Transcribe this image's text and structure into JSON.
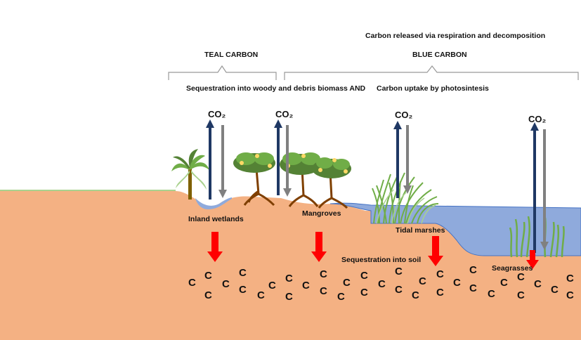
{
  "header": {
    "released_label": "Carbon released via respiration and decomposition",
    "teal_label": "TEAL CARBON",
    "blue_label": "BLUE CARBON",
    "sequestration_biomass_label": "Sequestration into woody and debris biomass AND",
    "uptake_label": "Carbon uptake by photosintesis"
  },
  "co2_label": "CO₂",
  "ecosystems": {
    "inland": "Inland wetlands",
    "mangroves": "Mangroves",
    "tidal": "Tidal marshes",
    "seagrasses": "Seagrasses"
  },
  "soil_label": "Sequestration into soil",
  "carbon_symbol": "C",
  "colors": {
    "soil": "#f4b183",
    "water": "#8faadc",
    "uptake_arrow": "#1f3864",
    "release_arrow": "#808080",
    "sequestration_arrow": "#ff0000",
    "vegetation": "#70ad47"
  },
  "icons": [
    "palm-tree-icon",
    "mangrove-tree-icon",
    "marsh-grass-icon",
    "seagrass-icon"
  ]
}
